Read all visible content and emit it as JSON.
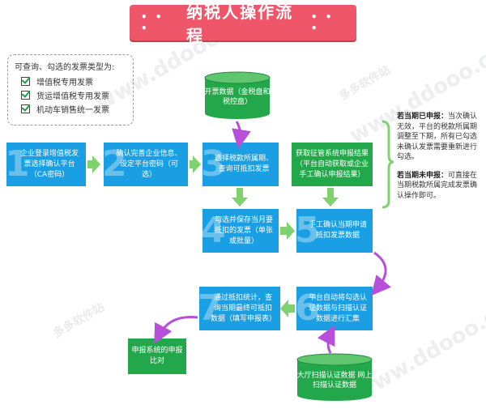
{
  "title": {
    "text": "纳税人操作流程",
    "dots_left": "• • •",
    "dots_right": "• • •"
  },
  "invoice_types": {
    "heading": "可查询、勾选的发票类型为:",
    "items": [
      "增值税专用发票",
      "货运增值税专用发票",
      "机动车销售统一发票"
    ]
  },
  "steps": [
    {
      "num": "1",
      "text": "企业登录增值税发票选择确认平台（CA密码）"
    },
    {
      "num": "2",
      "text": "确认完善企业信息、设定平台密码（可选）"
    },
    {
      "num": "3",
      "text": "选择税款所属期、查询可抵扣发票"
    },
    {
      "num": "4",
      "text": "勾选并保存当月要抵扣的发票（单张或批量）"
    },
    {
      "num": "5",
      "text": "手工确认当期申请抵扣发票数据"
    },
    {
      "num": "6",
      "text": "平台自动将勾选认证数据与扫描认证数据进行汇集"
    },
    {
      "num": "7",
      "text": "通过抵扣统计，查询当期最终可抵扣数据（填写申报表）"
    }
  ],
  "sources": {
    "top": "开票数据（金税盘和税控盘）",
    "bottom": "大厅扫描认证数据 网上扫描认证数据"
  },
  "green_boxes": {
    "result": "获取征管系统申报结果（平台自动获取或企业手工确认申报结果）",
    "compare": "申报系统的申报比对"
  },
  "notes": {
    "declared_head": "若当期已申报：",
    "declared_body": "当次确认无效，平台的税款所属期调整至下期，所有已勾选未确认发票需要重新进行勾选。",
    "undeclared_head": "若当期未申报：",
    "undeclared_body": "可直接在当期税款所属完成发票确认操作即可。"
  },
  "watermarks": [
    "多多软件站",
    "www.ddooo.com"
  ],
  "colors": {
    "banner": "#f0566a",
    "step": "#1a9fe4",
    "green": "#22a84a",
    "arrow_green": "#7fd26e",
    "arrow_purple": "#b84fd8"
  }
}
